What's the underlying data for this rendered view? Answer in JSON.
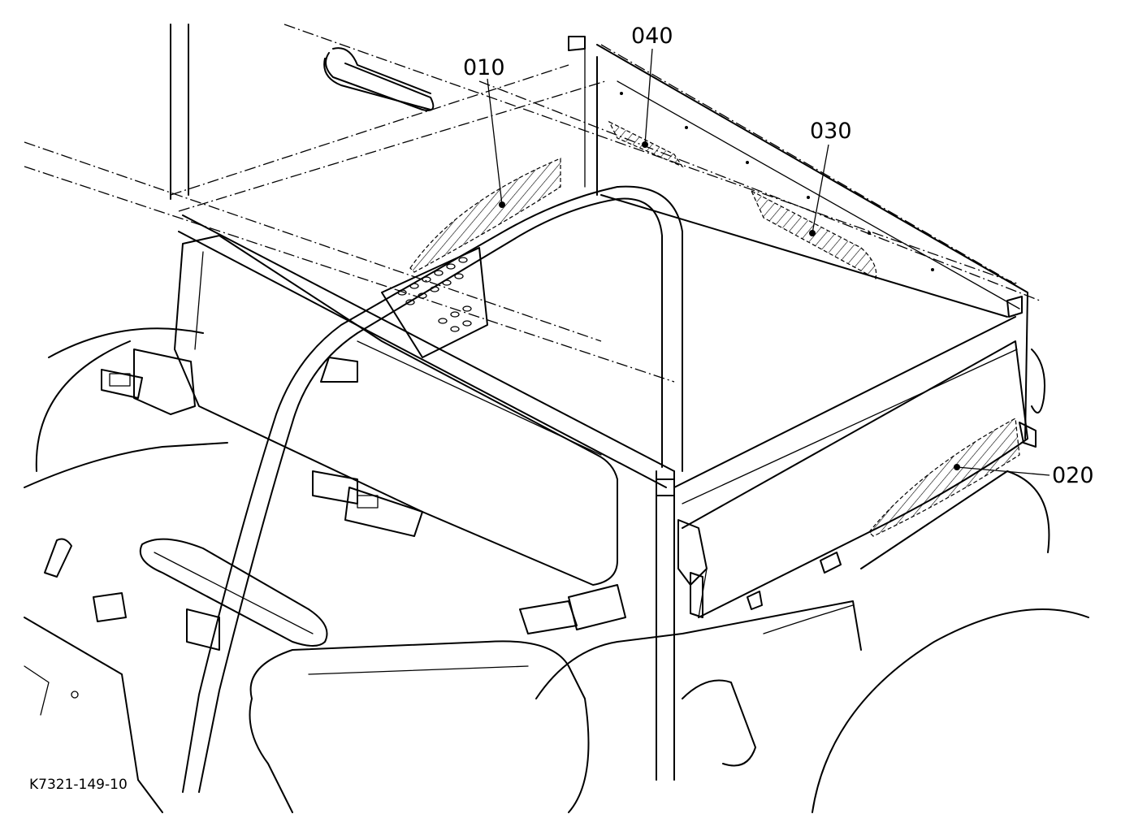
{
  "callouts": {
    "c010": "010",
    "c020": "020",
    "c030": "030",
    "c040": "040"
  },
  "drawing_code": "K7321-149-10"
}
